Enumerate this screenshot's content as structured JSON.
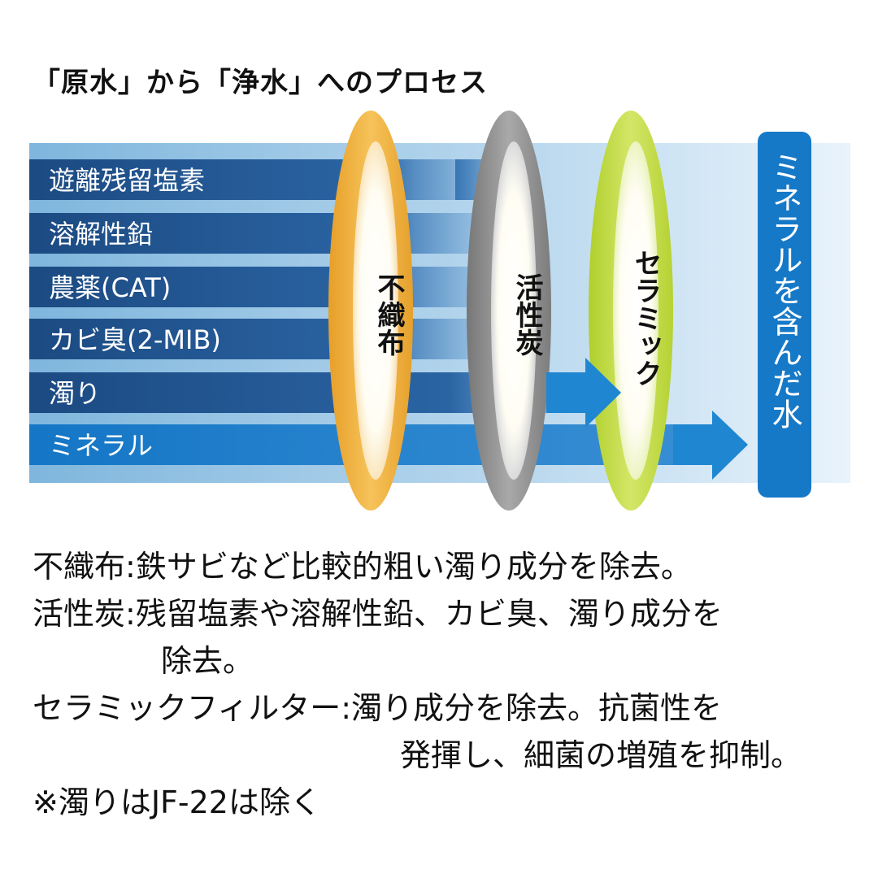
{
  "title": "「原水」から「浄水」へのプロセス",
  "contaminants": [
    "遊離残留塩素",
    "溶解性鉛",
    "農薬(CAT)",
    "カビ臭(2-MIB)",
    "濁り",
    "ミネラル"
  ],
  "filters": [
    {
      "label": "不織布",
      "color": "#f0b43c"
    },
    {
      "label": "活性炭",
      "color": "#8d8d8d"
    },
    {
      "label": "セラミック",
      "color": "#bcd63c"
    }
  ],
  "output_label": "ミネラルを含んだ水",
  "colors": {
    "band_dark": "#1f4f86",
    "band_light": "#bfdcf1",
    "mineral_band": "#1679c8",
    "arrow": "#1f86d1",
    "output_box": "#1679c8"
  },
  "descriptions": {
    "fabric_term": "不織布:",
    "fabric_text": "鉄サビなど比較的粗い濁り成分を除去。",
    "carbon_term": "活性炭:",
    "carbon_text": "残留塩素や溶解性鉛、カビ臭、濁り成分を",
    "carbon_text2": "除去。",
    "ceramic_term": "セラミックフィルター:",
    "ceramic_text": "濁り成分を除去。抗菌性を",
    "ceramic_text2": "発揮し、細菌の増殖を抑制。",
    "note": "※濁りはJF-22は除く"
  }
}
